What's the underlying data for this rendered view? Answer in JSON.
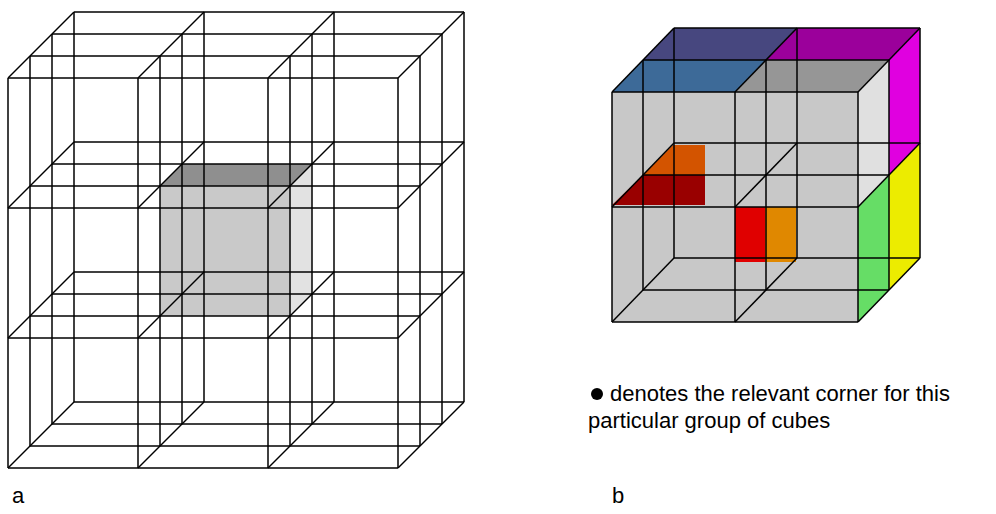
{
  "diagram": {
    "labels": [
      "a",
      "b",
      "denotes the relevant corner for this particular group of cubes"
    ]
  }
}
